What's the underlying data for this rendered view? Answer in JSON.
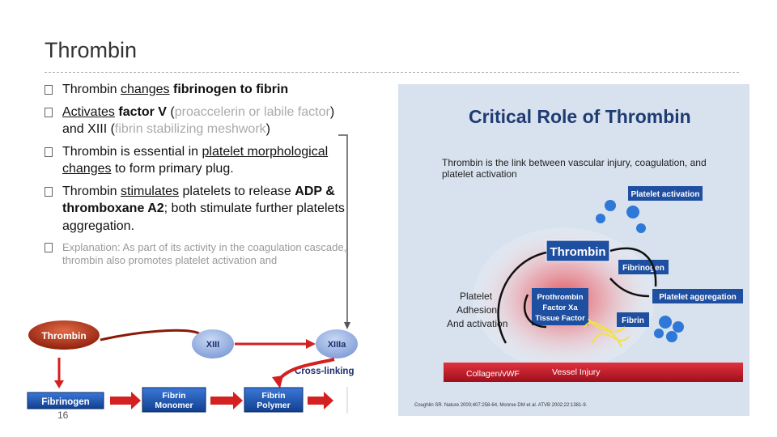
{
  "slide": {
    "title": "Thrombin",
    "page_number": "16"
  },
  "bullets": [
    {
      "parts": [
        "Thrombin ",
        "changes",
        " ",
        "fibrinogen to fibrin"
      ]
    },
    {
      "parts": [
        "Activates",
        " ",
        "factor V",
        " (",
        "proaccelerin or labile factor",
        ") and XIII (",
        "fibrin stabilizing meshwork",
        ")"
      ]
    },
    {
      "parts": [
        "Thrombin is essential in ",
        "platelet morphological changes",
        " to form primary plug."
      ]
    },
    {
      "parts": [
        "Thrombin ",
        "stimulates",
        " platelets to release ",
        "ADP & thromboxane A2",
        "; both stimulate further platelets aggregation."
      ]
    },
    {
      "text": "Explanation: As part of its activity in the coagulation cascade, thrombin also promotes platelet activation and"
    }
  ],
  "left_diagram": {
    "thrombin": "Thrombin",
    "xiii": "XIII",
    "xiiia": "XIIIa",
    "cross_linking": "Cross-linking",
    "fibrinogen": "Fibrinogen",
    "fibrin_monomer": [
      "Fibrin",
      "Monomer"
    ],
    "fibrin_polymer": [
      "Fibrin",
      "Polymer"
    ]
  },
  "right_figure": {
    "title": "Critical Role of Thrombin",
    "subtitle": [
      "Thrombin is the link between vascular injury, coagulation, and",
      "platelet activation"
    ],
    "platelet_activation": "Platelet activation",
    "thrombin": "Thrombin",
    "fibrinogen": "Fibrinogen",
    "platelet_aggregation": "Platelet aggregation",
    "factors": [
      "Prothrombin",
      "Factor Xa",
      "Tissue Factor"
    ],
    "fibrin": "Fibrin",
    "platelet_adhesion": [
      "Platelet",
      "Adhesion",
      "And activation"
    ],
    "collagen": "Collagen/vWF",
    "vessel_injury": "Vessel Injury",
    "citation": "Coughlin SR. Nature 2000;407:258-64, Monroe DM et al. ATVB 2002;22:1381-9."
  },
  "colors": {
    "accent_blue": "#1f4fa0",
    "red": "#d42020"
  }
}
